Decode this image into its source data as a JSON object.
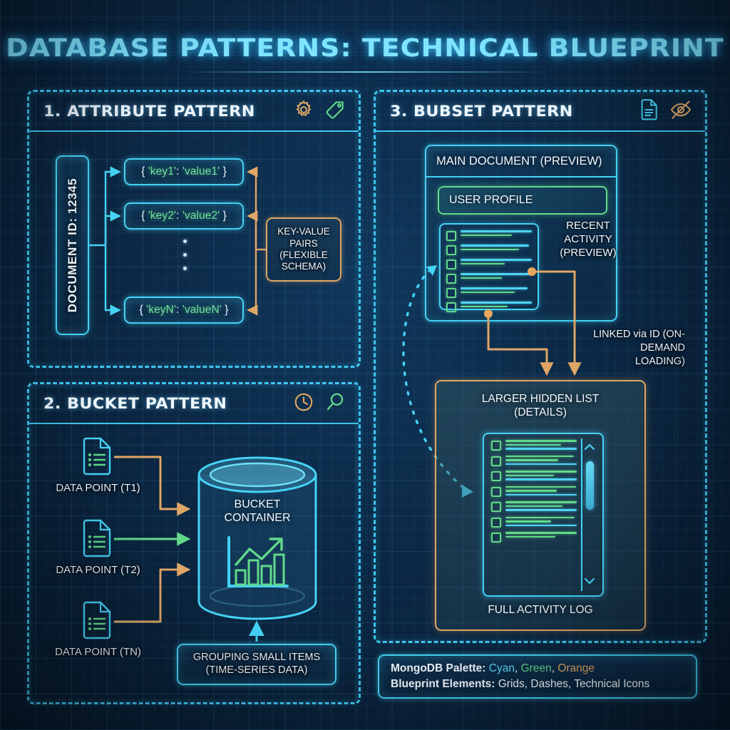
{
  "title": "DATABASE PATTERNS: TECHNICAL BLUEPRINT",
  "colors": {
    "cyan": "#45d2f5",
    "green": "#62d98a",
    "orange": "#e0a666",
    "background": "#0a2038",
    "title_text": "#7fe4ff",
    "body_text": "#f2f8ff"
  },
  "panel1": {
    "title": "1. ATTRIBUTE PATTERN",
    "icons": [
      "gear-icon",
      "tag-icon"
    ],
    "document_id_label": "DOCUMENT ID: 12345",
    "pairs": [
      {
        "key": "'key1'",
        "value": "'value1'"
      },
      {
        "key": "'key2'",
        "value": "'value2'"
      },
      {
        "key": "'keyN'",
        "value": "'valueN'"
      }
    ],
    "ellipsis_dots": 3,
    "callout": "KEY-VALUE PAIRS (FLEXIBLE SCHEMA)"
  },
  "panel2": {
    "title": "2. BUCKET PATTERN",
    "icons": [
      "clock-icon",
      "magnifier-icon"
    ],
    "data_points": [
      {
        "label": "DATA POINT (T1)",
        "arrow_color": "#e0a666"
      },
      {
        "label": "DATA POINT (T2)",
        "arrow_color": "#62d98a"
      },
      {
        "label": "DATA POINT (TN)",
        "arrow_color": "#e0a666"
      }
    ],
    "bucket_label_line1": "BUCKET",
    "bucket_label_line2": "CONTAINER",
    "bucket_icon": "growth-chart-icon",
    "callout_line1": "GROUPING SMALL ITEMS",
    "callout_line2": "(TIME-SERIES DATA)"
  },
  "panel3": {
    "title": "3. BUBSET PATTERN",
    "icons": [
      "document-icon",
      "eye-off-icon"
    ],
    "main_document_header": "MAIN DOCUMENT (PREVIEW)",
    "user_profile_label": "USER PROFILE",
    "preview_rows": 6,
    "recent_activity_label": "RECENT ACTIVITY (PREVIEW)",
    "linked_label": "LINKED via ID (ON-DEMAND LOADING)",
    "hidden_caption_line1": "LARGER HIDDEN LIST",
    "hidden_caption_line2": "(DETAILS)",
    "hidden_rows": 7,
    "full_activity_label": "FULL ACTIVITY LOG",
    "scrollbar": {
      "up": "chevron-up-icon",
      "down": "chevron-down-icon"
    }
  },
  "legend": {
    "line1_label": "MongoDB Palette:",
    "line1_items": [
      "Cyan",
      "Green",
      "Orange"
    ],
    "line2_label": "Blueprint Elements:",
    "line2_value": "Grids, Dashes, Technical Icons"
  }
}
